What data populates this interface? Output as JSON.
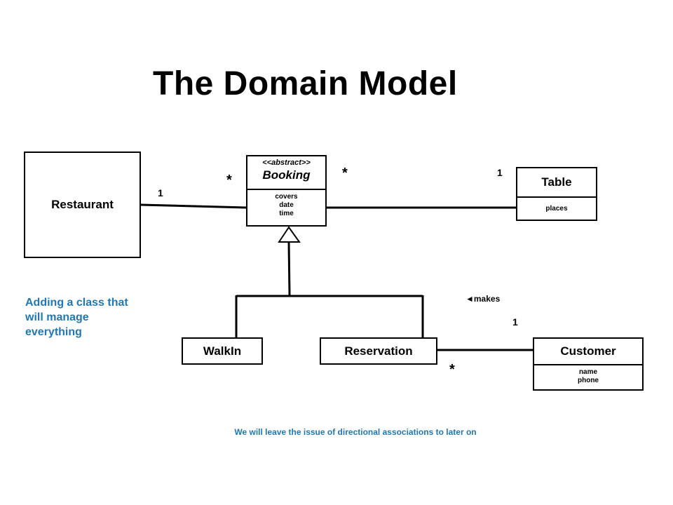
{
  "title": "The Domain Model",
  "classes": {
    "restaurant": {
      "name": "Restaurant"
    },
    "booking": {
      "stereotype": "<<abstract>>",
      "name": "Booking",
      "attributes": [
        "covers",
        "date",
        "time"
      ]
    },
    "table": {
      "name": "Table",
      "attributes": [
        "places"
      ]
    },
    "walkin": {
      "name": "WalkIn"
    },
    "reservation": {
      "name": "Reservation"
    },
    "customer": {
      "name": "Customer",
      "attributes": [
        "name",
        "phone"
      ]
    }
  },
  "multiplicities": {
    "restaurant_booking_restaurant_end": "1",
    "restaurant_booking_booking_end": "*",
    "booking_table_booking_end": "*",
    "booking_table_table_end": "1",
    "reservation_customer_customer_end": "1",
    "reservation_customer_reservation_end": "*"
  },
  "association_labels": {
    "makes": "◄makes"
  },
  "notes": {
    "side_note": [
      "Adding a class that",
      "will manage",
      "everything"
    ],
    "footer": "We will leave the issue of directional associations to later on"
  },
  "colors": {
    "note_text": "#1f78b4",
    "lines": "#000000"
  }
}
